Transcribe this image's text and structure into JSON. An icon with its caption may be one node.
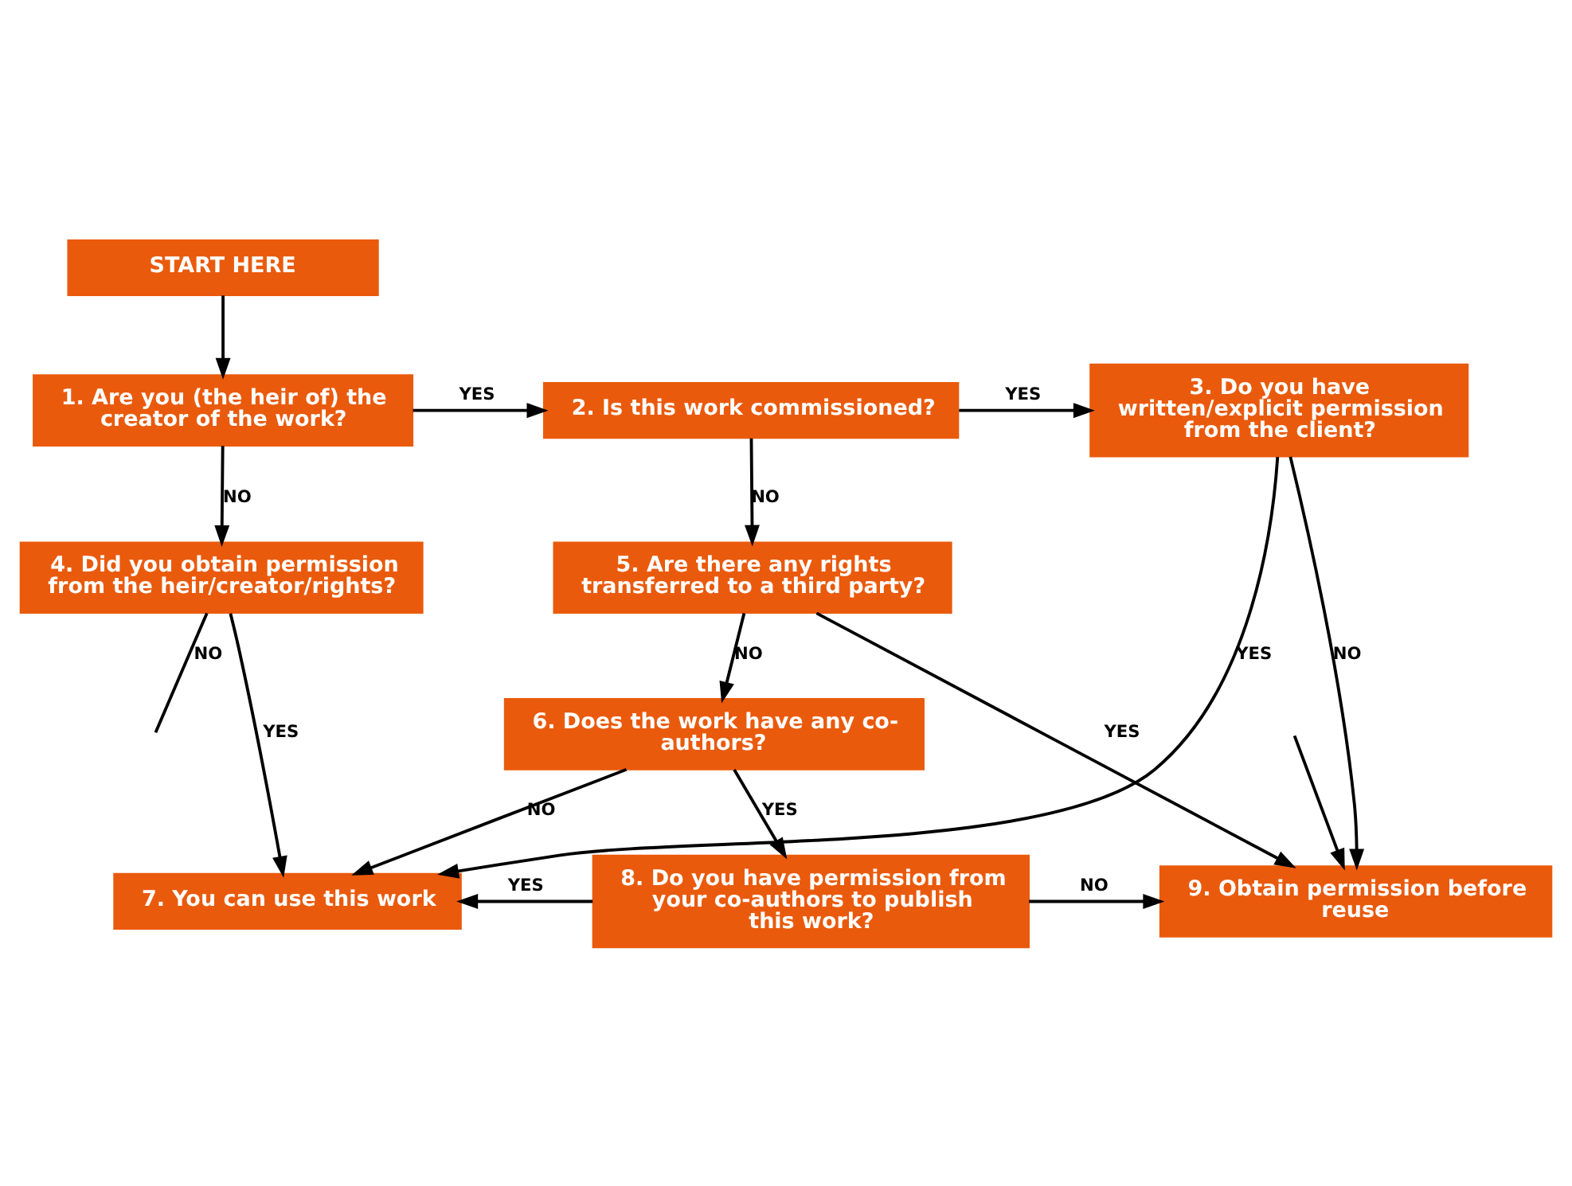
{
  "diagram": {
    "nodes": [
      {
        "text": [
          "START HERE"
        ]
      },
      {
        "text": [
          "1. Are you (the heir of) the creator of the work?"
        ]
      },
      {
        "text": [
          "2. Is this work commissioned?"
        ]
      },
      {
        "text": [
          "3. Do you have written/explicit permission from the client?"
        ]
      },
      {
        "text": [
          "4. Did you obtain permission from the heir/creator/rights?"
        ]
      },
      {
        "text": [
          "5. Are there any rights transferred to a third party?"
        ]
      },
      {
        "text": [
          "6. Does the work have any co-authors?"
        ]
      },
      {
        "text": [
          "7. You can use this work"
        ]
      },
      {
        "text": [
          "8. Do you have permission from your co-authors to publish this work?"
        ]
      },
      {
        "text": [
          "9. Obtain permission before reuse"
        ]
      }
    ],
    "edges": [
      {
        "from": 0,
        "to": 1,
        "arrow": "to"
      },
      {
        "from": 1,
        "to": 2,
        "arrow": "to",
        "label": "YES"
      },
      {
        "from": 2,
        "to": 3,
        "arrow": "to",
        "label": "YES"
      },
      {
        "from": 1,
        "to": 4,
        "arrow": "to",
        "label": "NO"
      },
      {
        "from": 2,
        "to": 5,
        "arrow": "to",
        "label": "NO"
      },
      {
        "from": 3,
        "to": 9,
        "arrow": "to",
        "label": "NO"
      },
      {
        "from": 3,
        "to": 7,
        "arrow": "to",
        "label": "YES"
      },
      {
        "from": 4,
        "to": null,
        "arrow": "none",
        "label": "NO"
      },
      {
        "from": 4,
        "to": 7,
        "arrow": "to",
        "label": "YES"
      },
      {
        "from": 5,
        "to": 6,
        "arrow": "to",
        "label": "NO"
      },
      {
        "from": 5,
        "to": 9,
        "arrow": "to",
        "label": "YES"
      },
      {
        "from": 6,
        "to": 7,
        "arrow": "to",
        "label": "NO"
      },
      {
        "from": 6,
        "to": 8,
        "arrow": "to",
        "label": "YES"
      },
      {
        "from": 8,
        "to": 7,
        "arrow": "to",
        "label": "YES"
      },
      {
        "from": 8,
        "to": 9,
        "arrow": "to",
        "label": "NO"
      },
      {
        "from": null,
        "to": 9,
        "arrow": "to"
      }
    ]
  }
}
